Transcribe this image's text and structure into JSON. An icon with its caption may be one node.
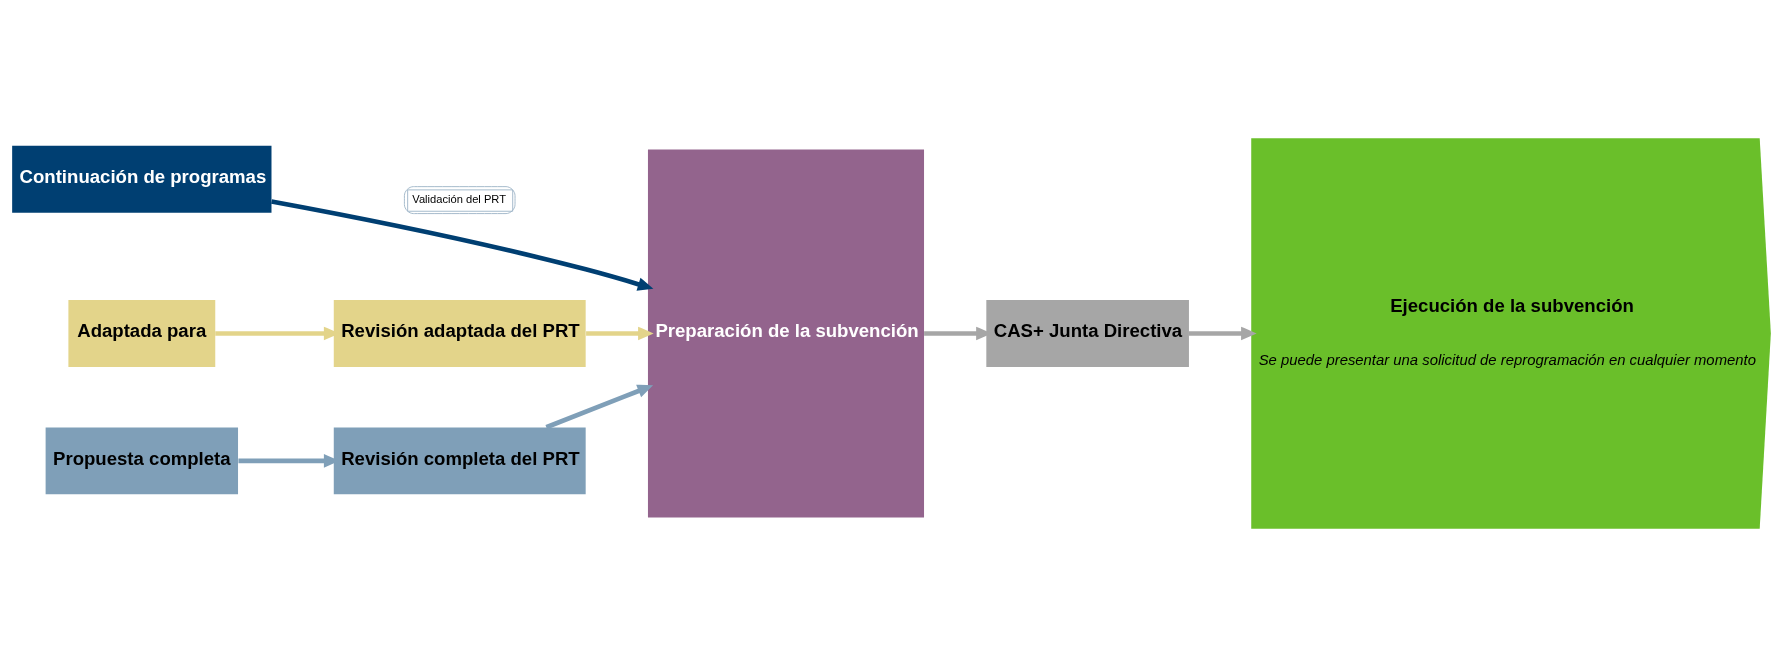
{
  "diagram": {
    "nodes": [
      {
        "text": [
          "Continuación de programas"
        ]
      },
      {
        "text": [
          "Adaptada para"
        ]
      },
      {
        "text": [
          "Revisión adaptada del PRT"
        ]
      },
      {
        "text": [
          "Propuesta completa"
        ]
      },
      {
        "text": [
          "Revisión completa del PRT"
        ]
      },
      {
        "text": [
          "Preparación de la subvención"
        ]
      },
      {
        "text": [
          "CAS+ Junta Directiva"
        ]
      },
      {
        "text": [
          "Ejecución de la subvención",
          "Se puede presentar una solicitud de reprogramación en cualquier momento"
        ]
      }
    ],
    "edges": [
      {
        "from": 0,
        "to": 5,
        "arrow": "to",
        "label": "Validación del PRT",
        "color": "#003f72"
      },
      {
        "from": 1,
        "to": 2,
        "arrow": "to",
        "color": "#e3d48a"
      },
      {
        "from": 2,
        "to": 5,
        "arrow": "to",
        "color": "#e3d48a"
      },
      {
        "from": 3,
        "to": 4,
        "arrow": "to",
        "color": "#7f9fb8"
      },
      {
        "from": 4,
        "to": 5,
        "arrow": "to",
        "color": "#7f9fb8"
      },
      {
        "from": 5,
        "to": 6,
        "arrow": "to",
        "color": "#a6a6a6"
      },
      {
        "from": 6,
        "to": 7,
        "arrow": "to",
        "color": "#a6a6a6"
      }
    ]
  }
}
